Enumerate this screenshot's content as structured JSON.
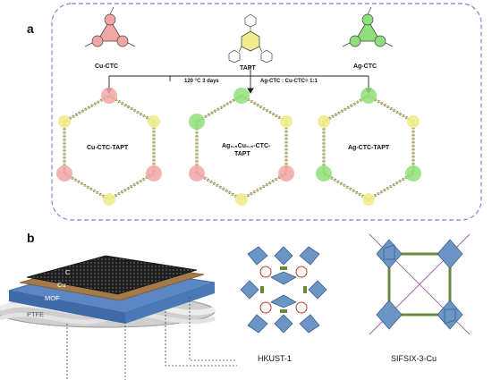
{
  "panel_a": {
    "letter": "a",
    "reactants": {
      "left": "Cu-CTC",
      "center": "TAPT",
      "right": "Ag-CTC"
    },
    "conditions": "120 °C 3 days",
    "ratio_note": "Ag-CTC : Cu-CTC= 1:1",
    "products": {
      "left": "Cu-CTC-TAPT",
      "center_line1": "Ag₀.₅Cu₀.₅-CTC-",
      "center_line2": "TAPT",
      "right": "Ag-CTC-TAPT"
    },
    "colors": {
      "cu": "#f2a6a6",
      "ag": "#8fe07a",
      "tapt": "#f0ec8c",
      "frame": "#6c8fd8"
    }
  },
  "panel_b": {
    "letter": "b",
    "layers": [
      "C",
      "Cu",
      "MOF",
      "PTFE"
    ],
    "mofs": [
      "HKUST-1",
      "SIFSIX-3-Cu"
    ],
    "colors": {
      "mof": "#5b88c4",
      "cu": "#a57a4a",
      "carbon": "#1e1e1e",
      "ptfe": "#d8d8d8"
    }
  }
}
